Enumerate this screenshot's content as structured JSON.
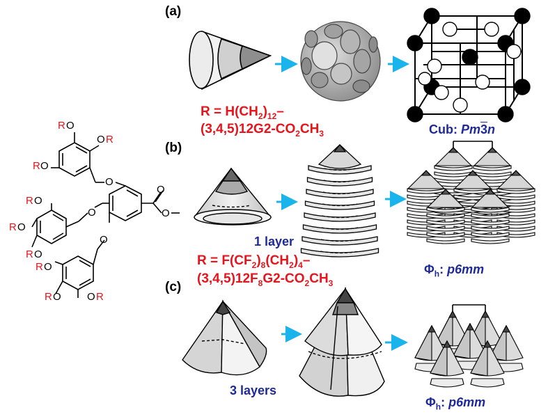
{
  "panels": {
    "a": "(a)",
    "b": "(b)",
    "c": "(c)"
  },
  "molecule": {
    "r_letter": "R",
    "o_letter": "O"
  },
  "compounds": {
    "first": {
      "line1_pre": "R = H(CH",
      "line1_sub1": "2",
      "line1_post": ")",
      "line1_sub2": "12",
      "line1_end": "–",
      "line2_pre": "(3,4,5)12G2-CO",
      "line2_sub1": "2",
      "line2_mid": "CH",
      "line2_sub2": "3"
    },
    "second": {
      "line1_pre": "R = F(CF",
      "line1_sub1": "2",
      "line1_post": ")",
      "line1_sub2": "8",
      "line1_mid": "(CH",
      "line1_sub3": "2",
      "line1_post2": ")",
      "line1_sub4": "4",
      "line1_end": "–",
      "line2_pre": "(3,4,5)12F",
      "line2_sub1": "8",
      "line2_mid": "G2-CO",
      "line2_sub2": "2",
      "line2_mid2": "CH",
      "line2_sub3": "3"
    }
  },
  "phases": {
    "cubic": {
      "prefix": "Cub: ",
      "symbol_pm": "Pm",
      "symbol_3": "3",
      "symbol_n": "n"
    },
    "hex_b": {
      "phi": "Φ",
      "sub": "h",
      "colon": ": ",
      "p6": "p6",
      "mm": "mm"
    },
    "hex_c": {
      "phi": "Φ",
      "sub": "h",
      "colon": ": ",
      "p6": "p6",
      "mm": "mm"
    }
  },
  "layer_labels": {
    "one": "1 layer",
    "three": "3 layers"
  },
  "colors": {
    "arrow": "#1ab4ec",
    "red_text": "#e8141c",
    "blue_text": "#1e2a9a"
  }
}
